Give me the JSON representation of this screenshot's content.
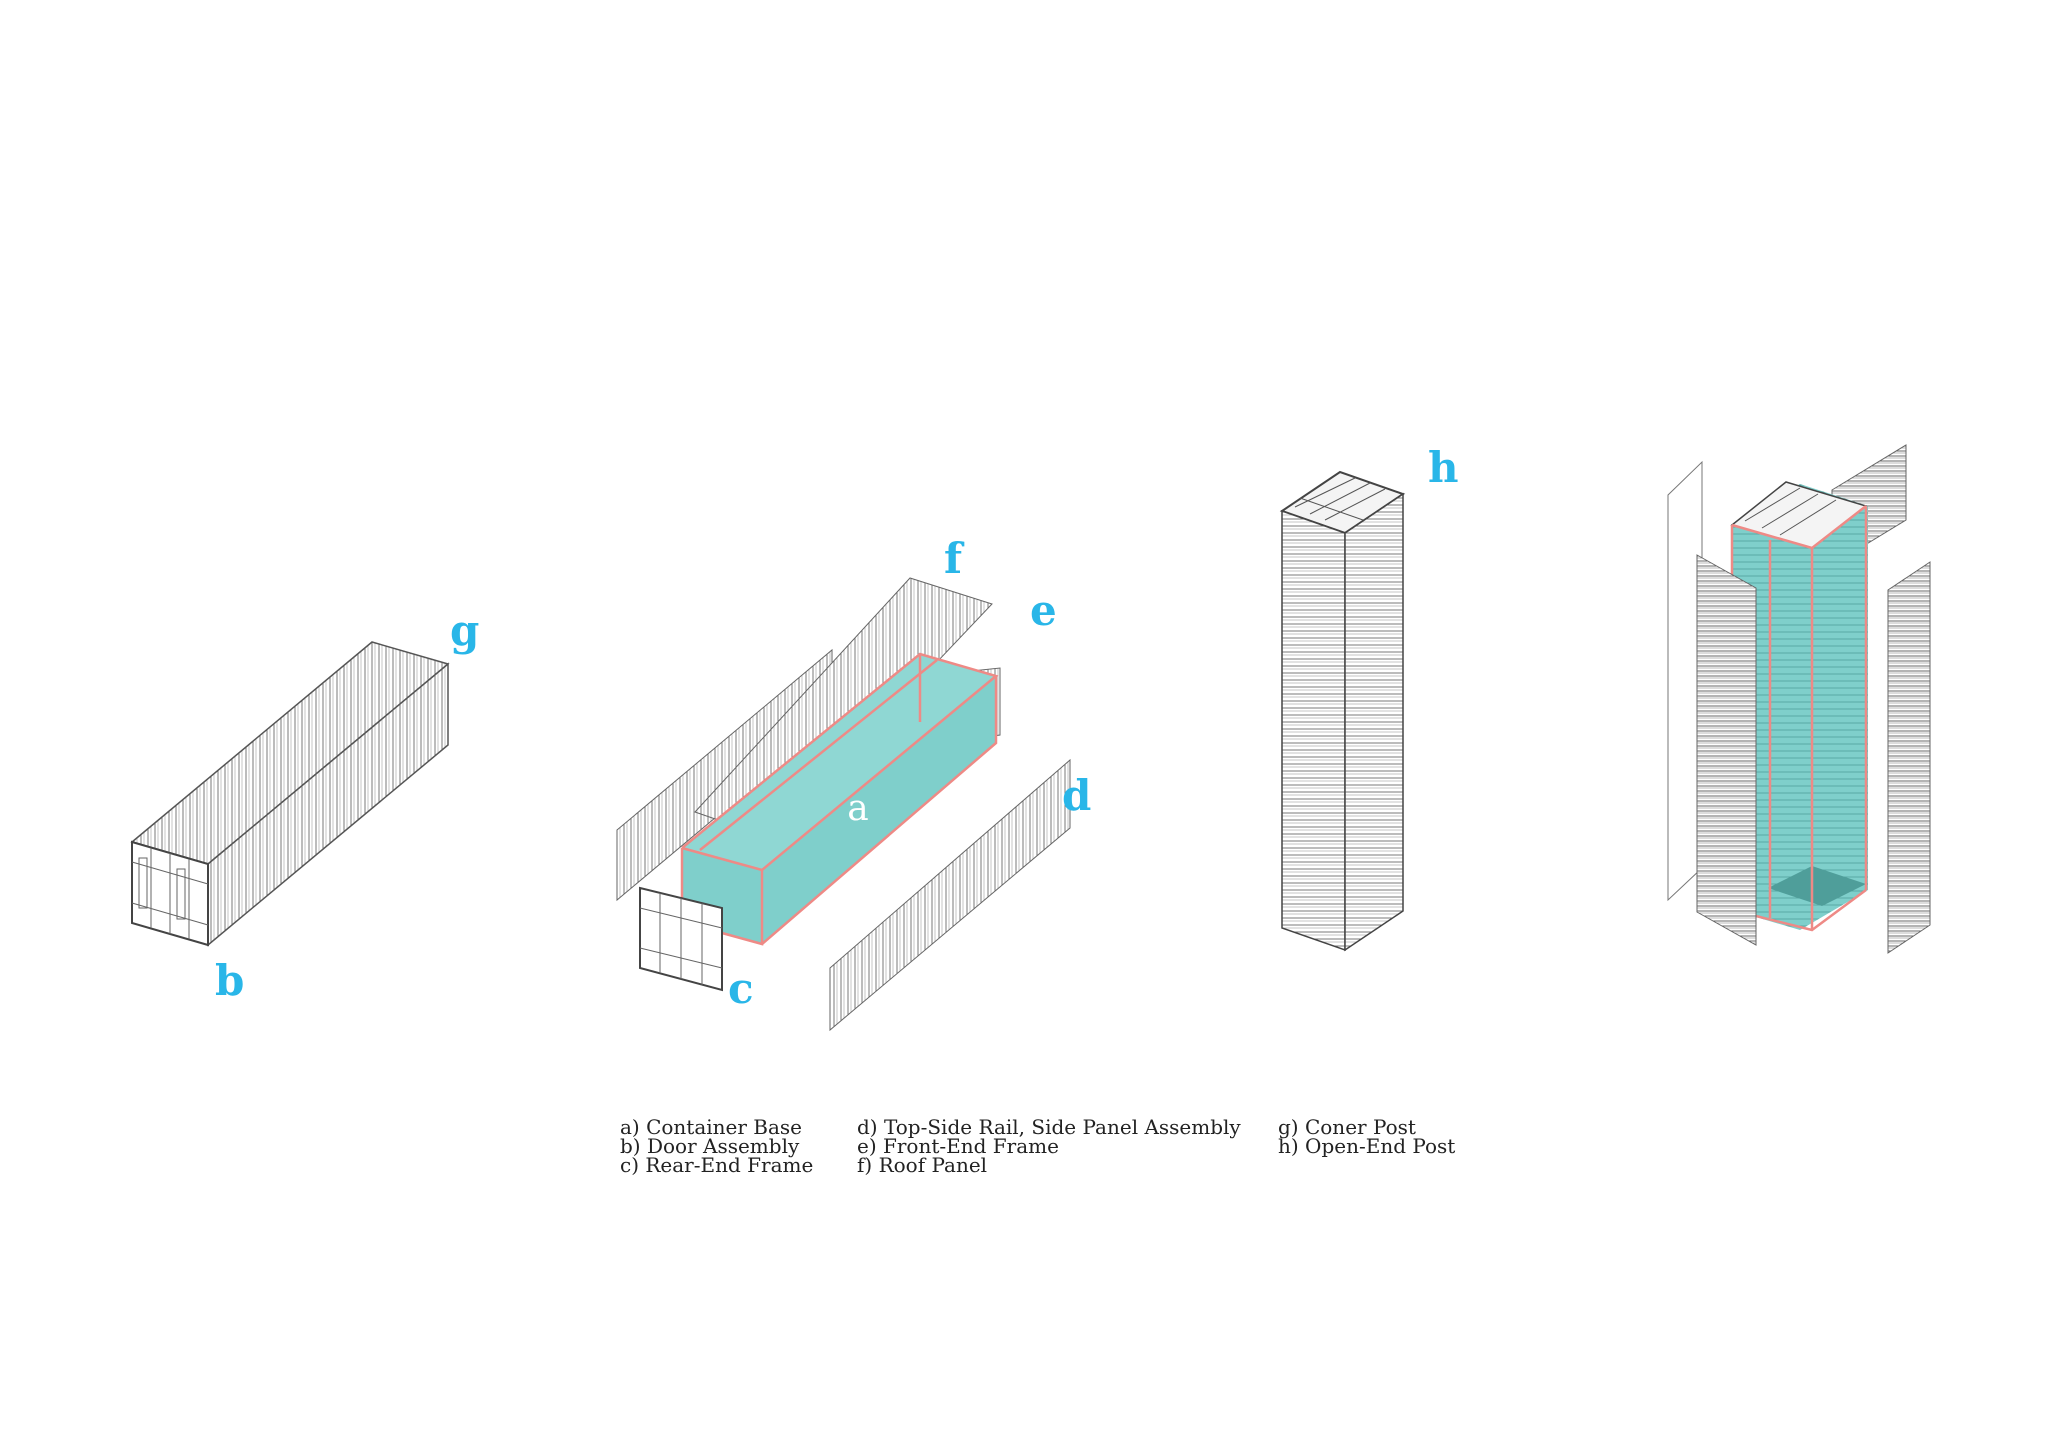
{
  "colors": {
    "accent_label": "#29b6e8",
    "fill_teal": "#7fcfcb",
    "frame_red": "#ee8a86",
    "line": "#555555"
  },
  "labels": {
    "a": "a",
    "b": "b",
    "c": "c",
    "d": "d",
    "e": "e",
    "f": "f",
    "g": "g",
    "h": "h"
  },
  "legend": {
    "col1": [
      "a) Container Base",
      "b) Door Assembly",
      "c) Rear-End Frame"
    ],
    "col2": [
      "d) Top-Side Rail, Side Panel Assembly",
      "e) Front-End Frame",
      "f) Roof Panel"
    ],
    "col3": [
      "g) Coner Post",
      "h) Open-End Post"
    ]
  }
}
